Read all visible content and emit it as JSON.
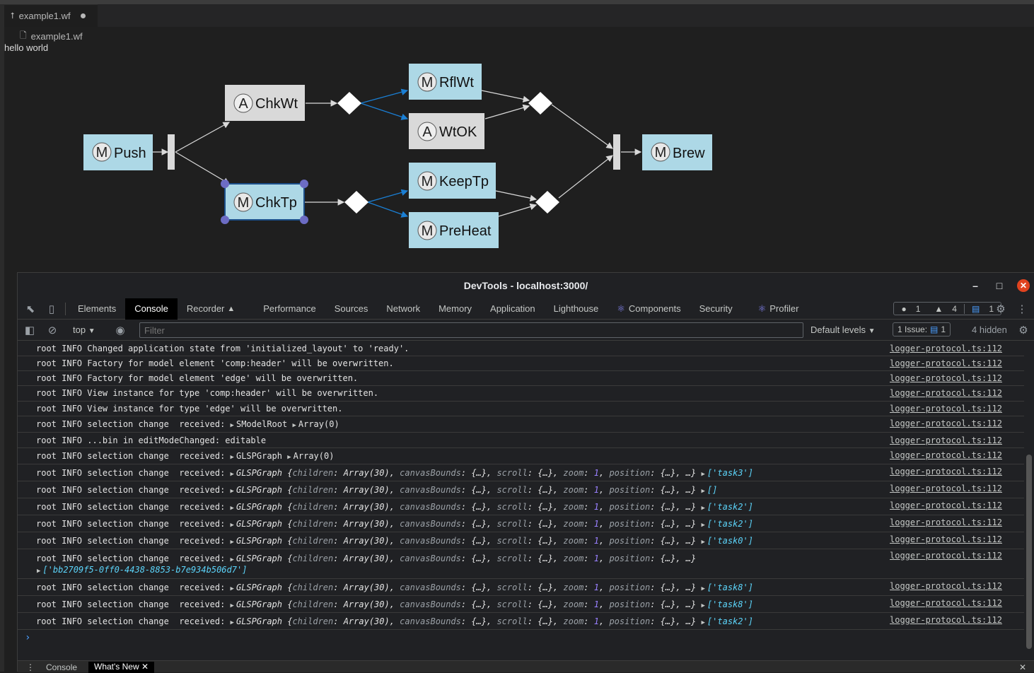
{
  "editor": {
    "tab_label": "example1.wf",
    "breadcrumb_file": "example1.wf",
    "hello_text": "hello world"
  },
  "diagram": {
    "nodes": {
      "push": {
        "badge": "M",
        "label": "Push"
      },
      "chkwt": {
        "badge": "A",
        "label": "ChkWt"
      },
      "chktp": {
        "badge": "M",
        "label": "ChkTp"
      },
      "rflwt": {
        "badge": "M",
        "label": "RflWt"
      },
      "wtok": {
        "badge": "A",
        "label": "WtOK"
      },
      "keeptp": {
        "badge": "M",
        "label": "KeepTp"
      },
      "preheat": {
        "badge": "M",
        "label": "PreHeat"
      },
      "brew": {
        "badge": "M",
        "label": "Brew"
      }
    },
    "colors": {
      "manual_task": "#add8e6",
      "auto_task": "#d9d9d9",
      "selection_handle": "#6c6cc4",
      "edge_weighted": "#1a7fd4",
      "edge_default": "#d9d9d9"
    }
  },
  "devtools": {
    "title": "DevTools - localhost:3000/",
    "tabs": [
      "Elements",
      "Console",
      "Recorder",
      "Performance",
      "Sources",
      "Network",
      "Memory",
      "Application",
      "Lighthouse",
      "Components",
      "Security",
      "Profiler"
    ],
    "counts": {
      "errors": "1",
      "warnings": "4",
      "messages": "1"
    },
    "context": "top",
    "filter_placeholder": "Filter",
    "levels": "Default levels",
    "issues_label": "1 Issue:",
    "issues_count": "1",
    "hidden": "4 hidden",
    "source": "logger-protocol.ts:112",
    "logs": [
      "root INFO Changed application state from 'initialized_layout' to 'ready'.",
      "root INFO Factory for model element 'comp:header' will be overwritten.",
      "root INFO Factory for model element 'edge' will be overwritten.",
      "root INFO View instance for type 'comp:header' will be overwritten.",
      "root INFO View instance for type 'edge' will be overwritten.",
      "root INFO selection change  received:",
      "root INFO ...bin in editModeChanged: editable",
      "root INFO selection change  received:"
    ],
    "selection_prefix": "root INFO selection change  received:",
    "graph_obj": "GLSPGraph",
    "selection_ids": [
      "'task3'",
      "",
      "'task2'",
      "'task2'",
      "'task0'",
      "'bb2709f5-0ff0-4438-8853-b7e934b506d7'",
      "'task8'",
      "'task8'",
      "'task2'"
    ],
    "drawer_tabs": [
      "Console",
      "What's New"
    ]
  }
}
